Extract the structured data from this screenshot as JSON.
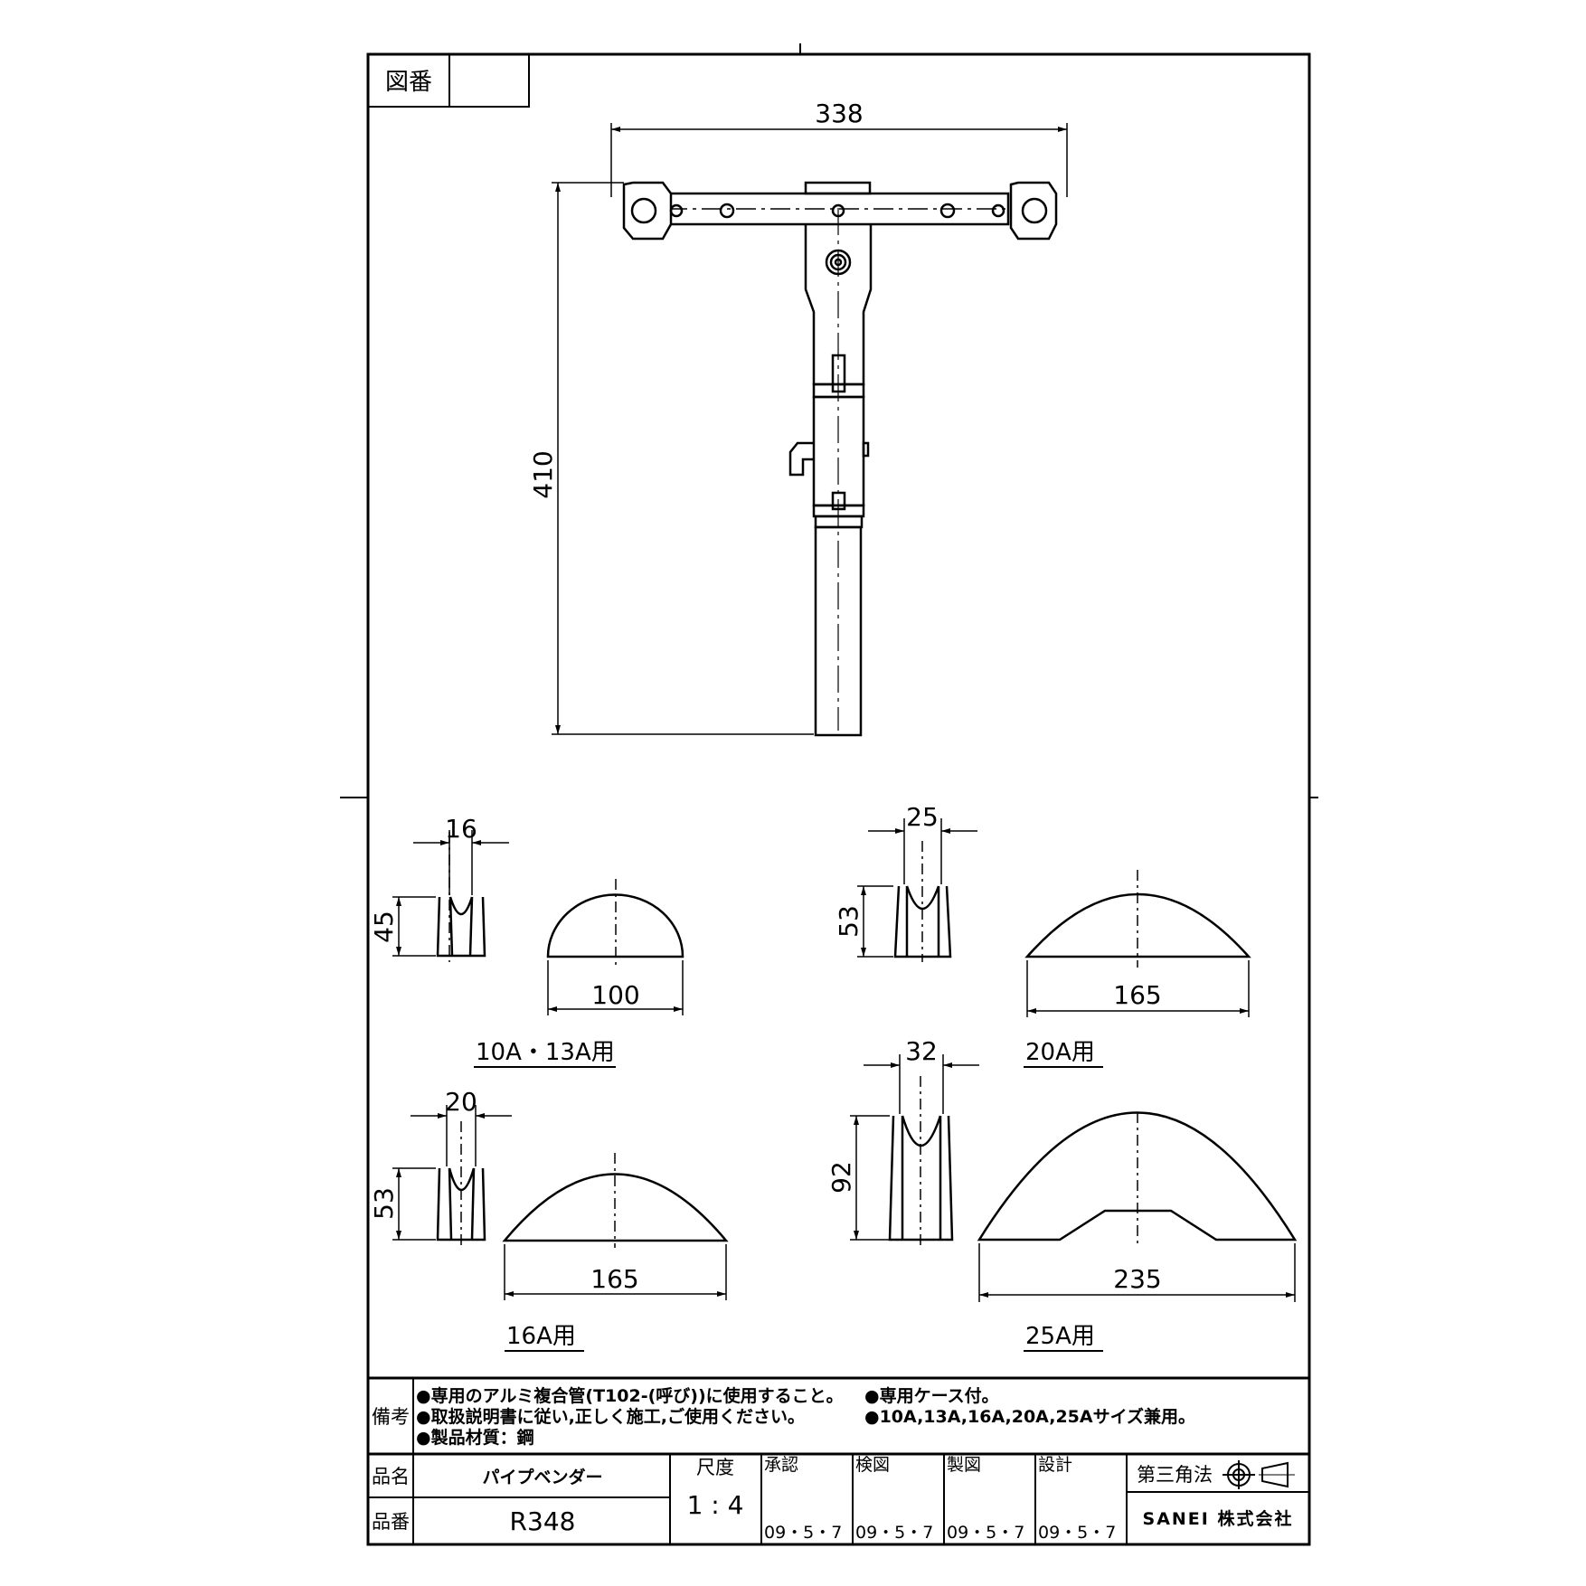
{
  "drawing_number_label": "図番",
  "drawing_number_value": "",
  "main_view": {
    "width_dim": "338",
    "height_dim": "410"
  },
  "parts": [
    {
      "width_dim": "16",
      "height_dim": "45",
      "length_dim": "100",
      "caption": "10A・13A用"
    },
    {
      "width_dim": "25",
      "height_dim": "53",
      "length_dim": "165",
      "caption": "20A用"
    },
    {
      "width_dim": "20",
      "height_dim": "53",
      "length_dim": "165",
      "caption": "16A用"
    },
    {
      "width_dim": "32",
      "height_dim": "92",
      "length_dim": "235",
      "caption": "25A用"
    }
  ],
  "remarks": {
    "label": "備考",
    "lines": [
      "●専用のアルミ複合管(T102-(呼び))に使用すること。",
      "●取扱説明書に従い,正しく施工,ご使用ください。",
      "●製品材質：鋼"
    ],
    "right_lines": [
      "●専用ケース付。",
      "●10A,13A,16A,20A,25Aサイズ兼用。"
    ]
  },
  "title_block": {
    "name_label": "品名",
    "name_value": "パイプベンダー",
    "number_label": "品番",
    "number_value": "R348",
    "scale_label": "尺度",
    "scale_value": "1 : 4",
    "approvals": [
      {
        "label": "承認",
        "date": "09・5・7"
      },
      {
        "label": "検図",
        "date": "09・5・7"
      },
      {
        "label": "製図",
        "date": "09・5・7"
      },
      {
        "label": "設計",
        "date": "09・5・7"
      }
    ],
    "projection_label": "第三角法",
    "company": "SANEI 株式会社"
  }
}
